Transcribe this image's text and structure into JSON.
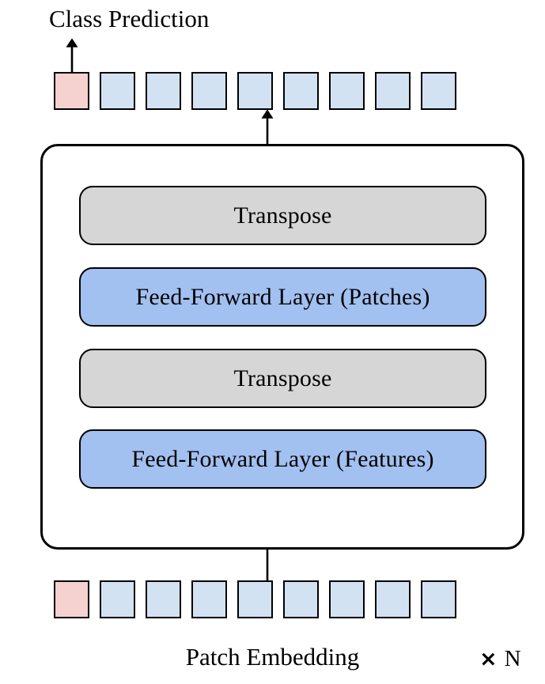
{
  "diagram": {
    "title_top": "Class Prediction",
    "title_bottom": "Patch Embedding",
    "repeat": {
      "times_icon": "×",
      "count_label": "N"
    },
    "colors": {
      "class_token": "#f5d2d0",
      "patch_token": "#d3e2f2",
      "transpose_block": "#d6d6d6",
      "feed_forward_block": "#a2c0f0",
      "outline": "#000000",
      "background": "#ffffff"
    },
    "layers": [
      {
        "label": "Transpose",
        "style": "gray"
      },
      {
        "label": "Feed-Forward Layer (Patches)",
        "style": "blue"
      },
      {
        "label": "Transpose",
        "style": "gray"
      },
      {
        "label": "Feed-Forward Layer (Features)",
        "style": "blue"
      }
    ],
    "token_row_top": [
      {
        "kind": "class"
      },
      {
        "kind": "patch"
      },
      {
        "kind": "patch"
      },
      {
        "kind": "patch"
      },
      {
        "kind": "patch"
      },
      {
        "kind": "patch"
      },
      {
        "kind": "patch"
      },
      {
        "kind": "patch"
      },
      {
        "kind": "patch"
      }
    ],
    "token_row_bottom": [
      {
        "kind": "class"
      },
      {
        "kind": "patch"
      },
      {
        "kind": "patch"
      },
      {
        "kind": "patch"
      },
      {
        "kind": "patch"
      },
      {
        "kind": "patch"
      },
      {
        "kind": "patch"
      },
      {
        "kind": "patch"
      },
      {
        "kind": "patch"
      }
    ],
    "connectors": [
      {
        "name": "class-token-to-prediction",
        "arrowhead": true
      },
      {
        "name": "encoder-to-token-row",
        "arrowhead": true
      },
      {
        "name": "patch-embedding-to-encoder",
        "arrowhead": false
      }
    ]
  }
}
